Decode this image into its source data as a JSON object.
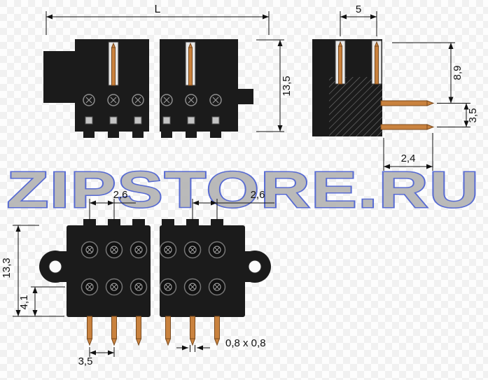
{
  "watermark": {
    "text": "ZIPSTORE.RU",
    "fill": "#b5b5b5",
    "outline": "#4a5fd0"
  },
  "colors": {
    "body": "#1b1b1b",
    "pin_copper": "#c9823e",
    "pin_copper_dark": "#7a4a1e",
    "dimension_line": "#111111",
    "background_checker": "#f1f1f1"
  },
  "views": {
    "front": {
      "dims": {
        "length": "L",
        "height": "13,5"
      }
    },
    "side": {
      "dims": {
        "pin_pitch": "5",
        "pin_height": "8,9",
        "row_spacing": "3,5",
        "pin_offset": "2,4"
      }
    },
    "bottom": {
      "dims": {
        "pitch_left": "2,6",
        "pitch_right": "2,6",
        "body_height": "13,3",
        "pin_offset": "4,1",
        "pin_pitch": "3,5",
        "pin_cross_section": "0,8 x 0,8"
      }
    }
  }
}
